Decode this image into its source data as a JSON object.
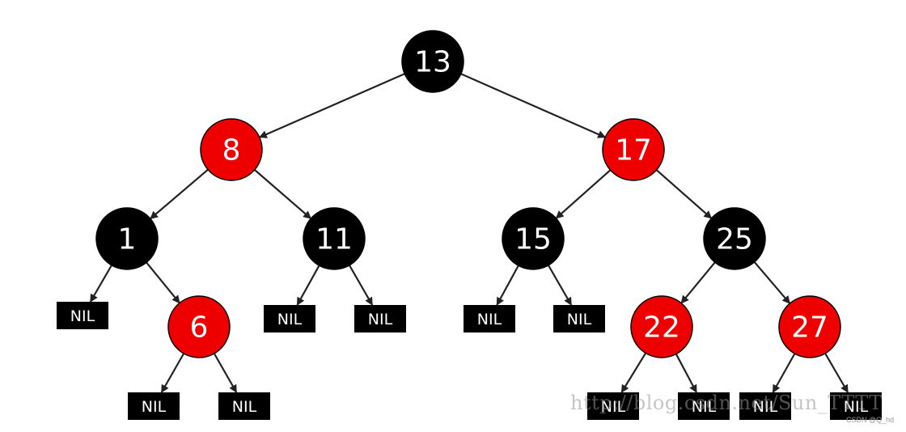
{
  "colors": {
    "red": "#ee0000",
    "black": "#000000",
    "edge": "#222222",
    "label": "#ffffff"
  },
  "nodes": [
    {
      "id": "n13",
      "key": "13",
      "color": "black"
    },
    {
      "id": "n8",
      "key": "8",
      "color": "red"
    },
    {
      "id": "n17",
      "key": "17",
      "color": "red"
    },
    {
      "id": "n1",
      "key": "1",
      "color": "black"
    },
    {
      "id": "n11",
      "key": "11",
      "color": "black"
    },
    {
      "id": "n15",
      "key": "15",
      "color": "black"
    },
    {
      "id": "n25",
      "key": "25",
      "color": "black"
    },
    {
      "id": "n6",
      "key": "6",
      "color": "red"
    },
    {
      "id": "n22",
      "key": "22",
      "color": "red"
    },
    {
      "id": "n27",
      "key": "27",
      "color": "red"
    }
  ],
  "nil_leaves": [
    {
      "id": "nil1",
      "label": "NIL"
    },
    {
      "id": "nil2",
      "label": "NIL"
    },
    {
      "id": "nil3",
      "label": "NIL"
    },
    {
      "id": "nil4",
      "label": "NIL"
    },
    {
      "id": "nil5",
      "label": "NIL"
    },
    {
      "id": "nil6",
      "label": "NIL"
    },
    {
      "id": "nil7",
      "label": "NIL"
    },
    {
      "id": "nil8",
      "label": "NIL"
    },
    {
      "id": "nil9",
      "label": "NIL"
    },
    {
      "id": "nil10",
      "label": "NIL"
    },
    {
      "id": "nil11",
      "label": "NIL"
    }
  ],
  "edges": [
    [
      "n13",
      "n8"
    ],
    [
      "n13",
      "n17"
    ],
    [
      "n8",
      "n1"
    ],
    [
      "n8",
      "n11"
    ],
    [
      "n17",
      "n15"
    ],
    [
      "n17",
      "n25"
    ],
    [
      "n1",
      "nil1"
    ],
    [
      "n1",
      "n6"
    ],
    [
      "n6",
      "nil2"
    ],
    [
      "n6",
      "nil3"
    ],
    [
      "n11",
      "nil4"
    ],
    [
      "n11",
      "nil5"
    ],
    [
      "n15",
      "nil6"
    ],
    [
      "n15",
      "nil7"
    ],
    [
      "n25",
      "n22"
    ],
    [
      "n25",
      "n27"
    ],
    [
      "n22",
      "nil8"
    ],
    [
      "n22",
      "nil9"
    ],
    [
      "n27",
      "nil10"
    ],
    [
      "n27",
      "nil11"
    ]
  ],
  "watermark": {
    "text": "http://blog.csdn.net/Sun_TTTT",
    "small_text": "CSDN @Q_hd"
  }
}
